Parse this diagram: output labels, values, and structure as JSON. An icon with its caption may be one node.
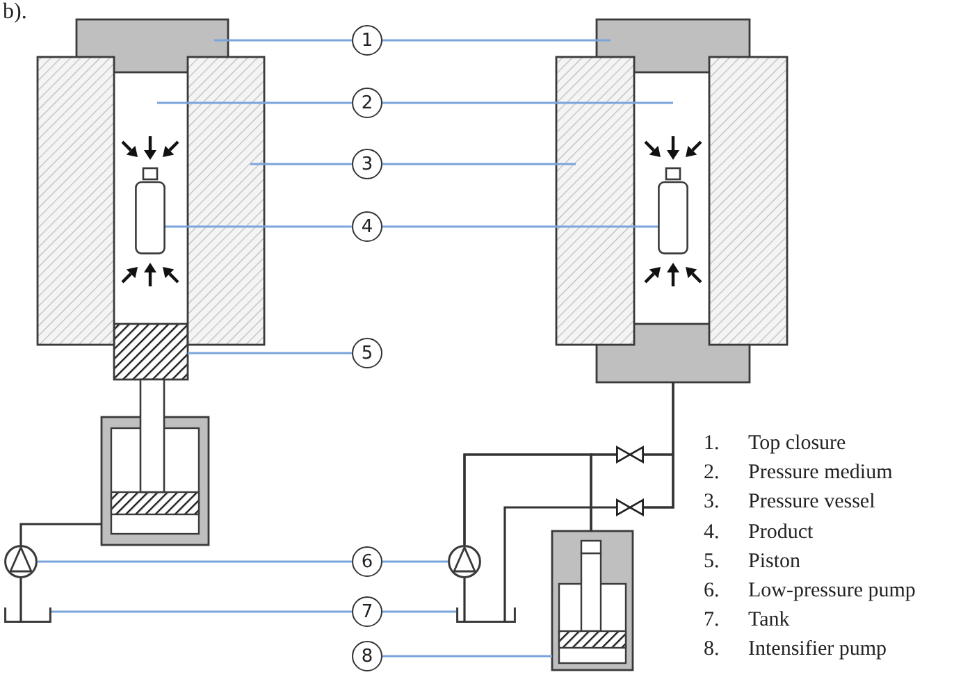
{
  "diagram": {
    "nodes": [
      {
        "text": [
          "1"
        ]
      },
      {
        "text": [
          "2"
        ]
      },
      {
        "text": [
          "3"
        ]
      },
      {
        "text": [
          "4"
        ]
      },
      {
        "text": [
          "5"
        ]
      },
      {
        "text": [
          "6"
        ]
      },
      {
        "text": [
          "7"
        ]
      },
      {
        "text": [
          "8"
        ]
      },
      {
        "text": [],
        "shape": "box"
      },
      {
        "text": [],
        "shape": "box"
      },
      {
        "text": [],
        "shape": "box"
      },
      {
        "text": [],
        "shape": "box"
      },
      {
        "text": [],
        "shape": "box"
      },
      {
        "text": [],
        "shape": "box"
      },
      {
        "text": [],
        "shape": "box"
      },
      {
        "text": [],
        "shape": "box"
      },
      {
        "text": [],
        "shape": "box"
      },
      {
        "text": [],
        "shape": "box"
      },
      {
        "text": [],
        "shape": "box"
      },
      {
        "text": [],
        "shape": "bowtie"
      },
      {
        "text": [],
        "shape": "bowtie"
      },
      {
        "text": [],
        "shape": "box"
      },
      {
        "text": [],
        "shape": "circle"
      },
      {
        "text": [],
        "shape": "circle"
      },
      {
        "text": [],
        "shape": "picture"
      },
      {
        "text": [],
        "shape": "picture"
      }
    ],
    "edges": [
      {
        "from": 0,
        "to": 8,
        "arrow": "none"
      },
      {
        "from": 0,
        "to": 9,
        "arrow": "none"
      },
      {
        "from": 1,
        "to": null,
        "arrow": "none"
      },
      {
        "from": 1,
        "to": null,
        "arrow": "none"
      },
      {
        "from": 2,
        "to": 11,
        "arrow": "none"
      },
      {
        "from": 2,
        "to": 12,
        "arrow": "none"
      },
      {
        "from": 3,
        "to": 14,
        "arrow": "none"
      },
      {
        "from": 3,
        "to": 15,
        "arrow": "none"
      },
      {
        "from": 4,
        "to": 16,
        "arrow": "none"
      },
      {
        "from": 5,
        "to": 22,
        "arrow": "none"
      },
      {
        "from": 5,
        "to": 23,
        "arrow": "none"
      },
      {
        "from": 6,
        "to": 24,
        "arrow": "none"
      },
      {
        "from": 6,
        "to": 25,
        "arrow": "none"
      },
      {
        "from": 7,
        "to": 21,
        "arrow": "none"
      },
      {
        "from": 22,
        "to": 18,
        "arrow": "none",
        "color": "#333333"
      },
      {
        "from": 22,
        "to": 24,
        "arrow": "none",
        "color": "#333333"
      },
      {
        "from": 23,
        "to": 19,
        "arrow": "none",
        "color": "#333333"
      },
      {
        "from": 23,
        "to": 21,
        "arrow": "none",
        "color": "#333333"
      },
      {
        "from": 21,
        "to": 19,
        "arrow": "none",
        "color": "#333333"
      },
      {
        "from": 19,
        "to": 17,
        "arrow": "none",
        "color": "#333333"
      },
      {
        "from": 20,
        "to": 17,
        "arrow": "none",
        "color": "#333333"
      },
      {
        "from": 19,
        "to": 20,
        "arrow": "none",
        "color": "#333333"
      },
      {
        "from": 20,
        "to": 25,
        "arrow": "none",
        "color": "#333333"
      },
      {
        "from": 23,
        "to": 25,
        "arrow": "none",
        "color": "#333333"
      }
    ],
    "labels": [
      "b).",
      "1.",
      "Top closure",
      "2.",
      "Pressure medium",
      "3.",
      "Pressure vessel",
      "4.",
      "Product",
      "5.",
      "Piston",
      "6.",
      "Low-pressure pump",
      "7.",
      "Tank",
      "8.",
      "Intensifier pump"
    ]
  }
}
